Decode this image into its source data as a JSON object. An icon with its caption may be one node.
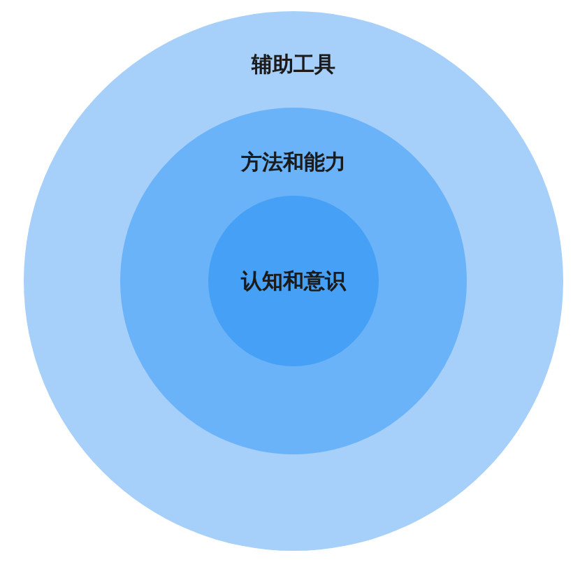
{
  "diagram": {
    "nodes": [
      {
        "text": [
          "辅助工具"
        ]
      },
      {
        "text": [
          "方法和能力"
        ],
        "in": 0
      },
      {
        "text": [
          "认知和意识"
        ],
        "in": 1
      }
    ]
  }
}
